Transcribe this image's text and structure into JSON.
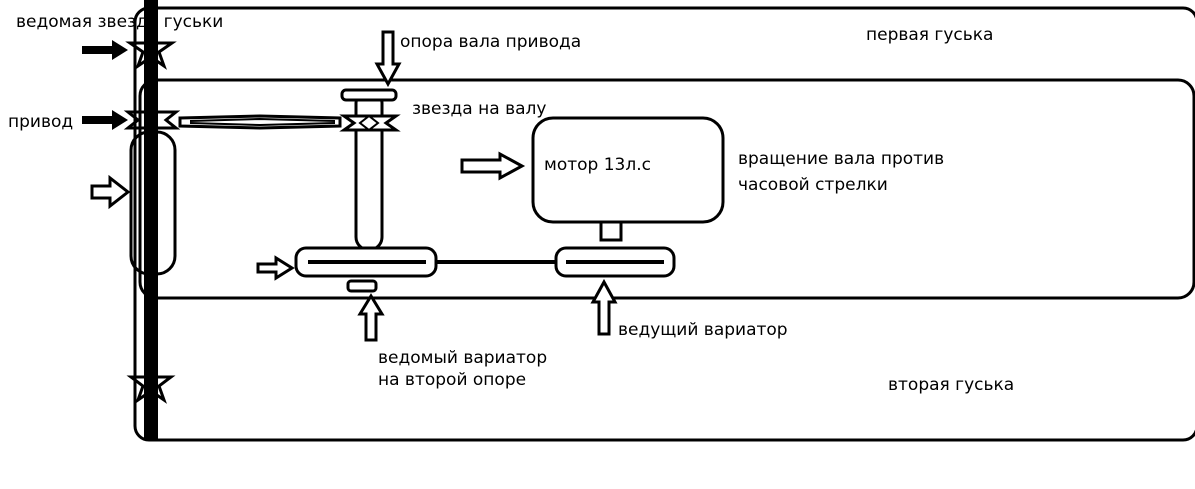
{
  "labels": {
    "driven_sprocket": "ведомая звезда гуськи",
    "drive": "привод",
    "shaft_support": "опора вала привода",
    "shaft_sprocket": "звезда на валу",
    "motor": "мотор 13л.с",
    "rotation_note_line1": "вращение вала против",
    "rotation_note_line2": "часовой стрелки",
    "first_frame": "первая гуська",
    "second_frame": "вторая гуська",
    "driving_variator": "ведущий вариатор",
    "driven_variator_line1": "ведомый вариатор",
    "driven_variator_line2": "на второй опоре"
  },
  "colors": {
    "stroke": "#000000",
    "background": "#ffffff"
  }
}
